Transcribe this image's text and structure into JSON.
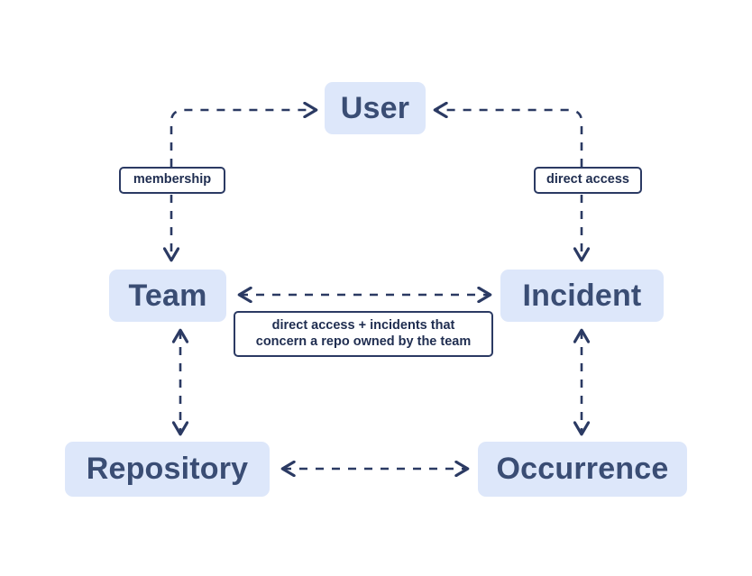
{
  "diagram": {
    "type": "entity-relationship-flow",
    "background_color": "#ffffff",
    "node_fill_color": "#dde7fa",
    "node_text_color": "#3a4d74",
    "edge_color": "#2b3a63",
    "label_border_color": "#2b3a63",
    "label_text_color": "#1f2d50",
    "nodes": [
      {
        "id": "user",
        "label": "User"
      },
      {
        "id": "team",
        "label": "Team"
      },
      {
        "id": "incident",
        "label": "Incident"
      },
      {
        "id": "repository",
        "label": "Repository"
      },
      {
        "id": "occurrence",
        "label": "Occurrence"
      }
    ],
    "edge_labels": {
      "membership": "membership",
      "direct_access": "direct access",
      "center_line1": "direct access + incidents that",
      "center_line2": "concern a repo owned by the team"
    },
    "edges": [
      {
        "from": "team",
        "to": "user",
        "label": "membership",
        "style": "dashed",
        "arrows": "end"
      },
      {
        "from": "incident",
        "to": "user",
        "label": "direct access",
        "style": "dashed",
        "arrows": "end"
      },
      {
        "from": "user",
        "to": "team",
        "style": "dashed",
        "arrows": "end"
      },
      {
        "from": "user",
        "to": "incident",
        "style": "dashed",
        "arrows": "end"
      },
      {
        "from": "team",
        "to": "incident",
        "style": "dashed",
        "arrows": "both"
      },
      {
        "from": "team",
        "to": "repository",
        "style": "dashed",
        "arrows": "both"
      },
      {
        "from": "incident",
        "to": "occurrence",
        "style": "dashed",
        "arrows": "both"
      },
      {
        "from": "repository",
        "to": "occurrence",
        "style": "dashed",
        "arrows": "both"
      }
    ]
  }
}
